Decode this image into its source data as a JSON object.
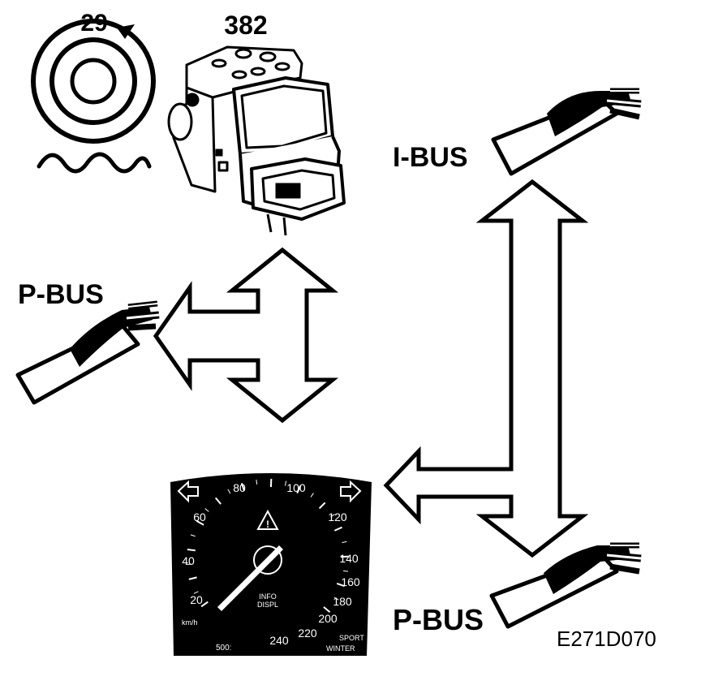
{
  "labels": {
    "sensor_number": "29",
    "module_number": "382",
    "ibus": "I-BUS",
    "pbus_left": "P-BUS",
    "pbus_bottom": "P-BUS",
    "figure_code": "E271D070"
  },
  "speedometer": {
    "ticks": [
      "20",
      "40",
      "60",
      "80",
      "100",
      "120",
      "140",
      "160",
      "180",
      "200",
      "220",
      "240"
    ],
    "unit": "km/h",
    "info_line1": "INFO",
    "info_line2": "DISPL",
    "sport": "SPORT",
    "winter": "WINTER",
    "odometer": "500:"
  },
  "icons": {
    "sensor": "wheel-speed-sensor-icon",
    "module": "abs-control-module-icon",
    "warning": "warning-triangle-icon"
  }
}
